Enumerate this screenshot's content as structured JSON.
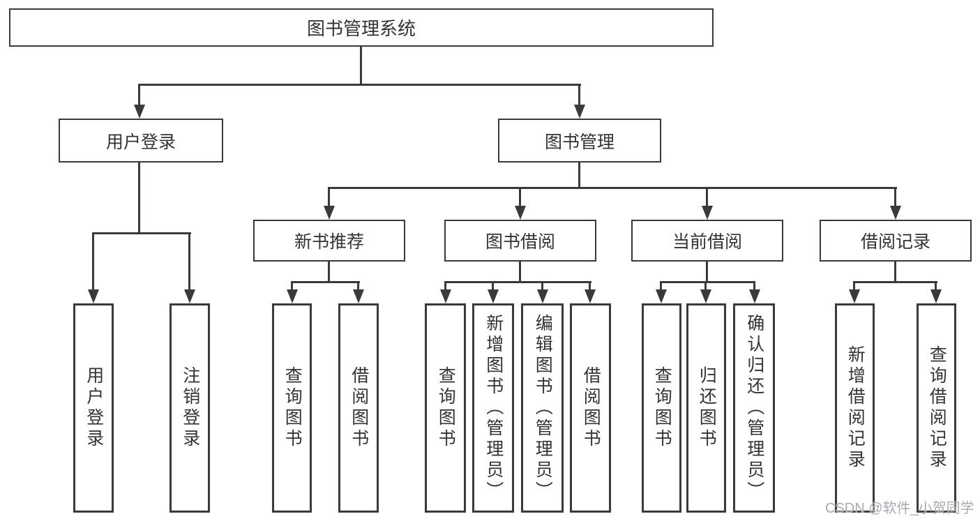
{
  "tree": {
    "label": "图书管理系统",
    "children": [
      {
        "label": "用户登录",
        "children": [
          {
            "label": "用户登录"
          },
          {
            "label": "注销登录"
          }
        ]
      },
      {
        "label": "图书管理",
        "children": [
          {
            "label": "新书推荐",
            "children": [
              {
                "label": "查询图书"
              },
              {
                "label": "借阅图书"
              }
            ]
          },
          {
            "label": "图书借阅",
            "children": [
              {
                "label": "查询图书"
              },
              {
                "label": "新增图书（管理员）"
              },
              {
                "label": "编辑图书（管理员）"
              },
              {
                "label": "借阅图书"
              }
            ]
          },
          {
            "label": "当前借阅",
            "children": [
              {
                "label": "查询图书"
              },
              {
                "label": "归还图书"
              },
              {
                "label": "确认归还（管理员）"
              }
            ]
          },
          {
            "label": "借阅记录",
            "children": [
              {
                "label": "新增借阅记录"
              },
              {
                "label": "查询借阅记录"
              }
            ]
          }
        ]
      }
    ]
  },
  "watermark": "CSDN @软件_小贺同学",
  "colors": {
    "line": "#3a3a3a",
    "text": "#333333",
    "background": "#ffffff",
    "watermark": "#a6abb1"
  }
}
